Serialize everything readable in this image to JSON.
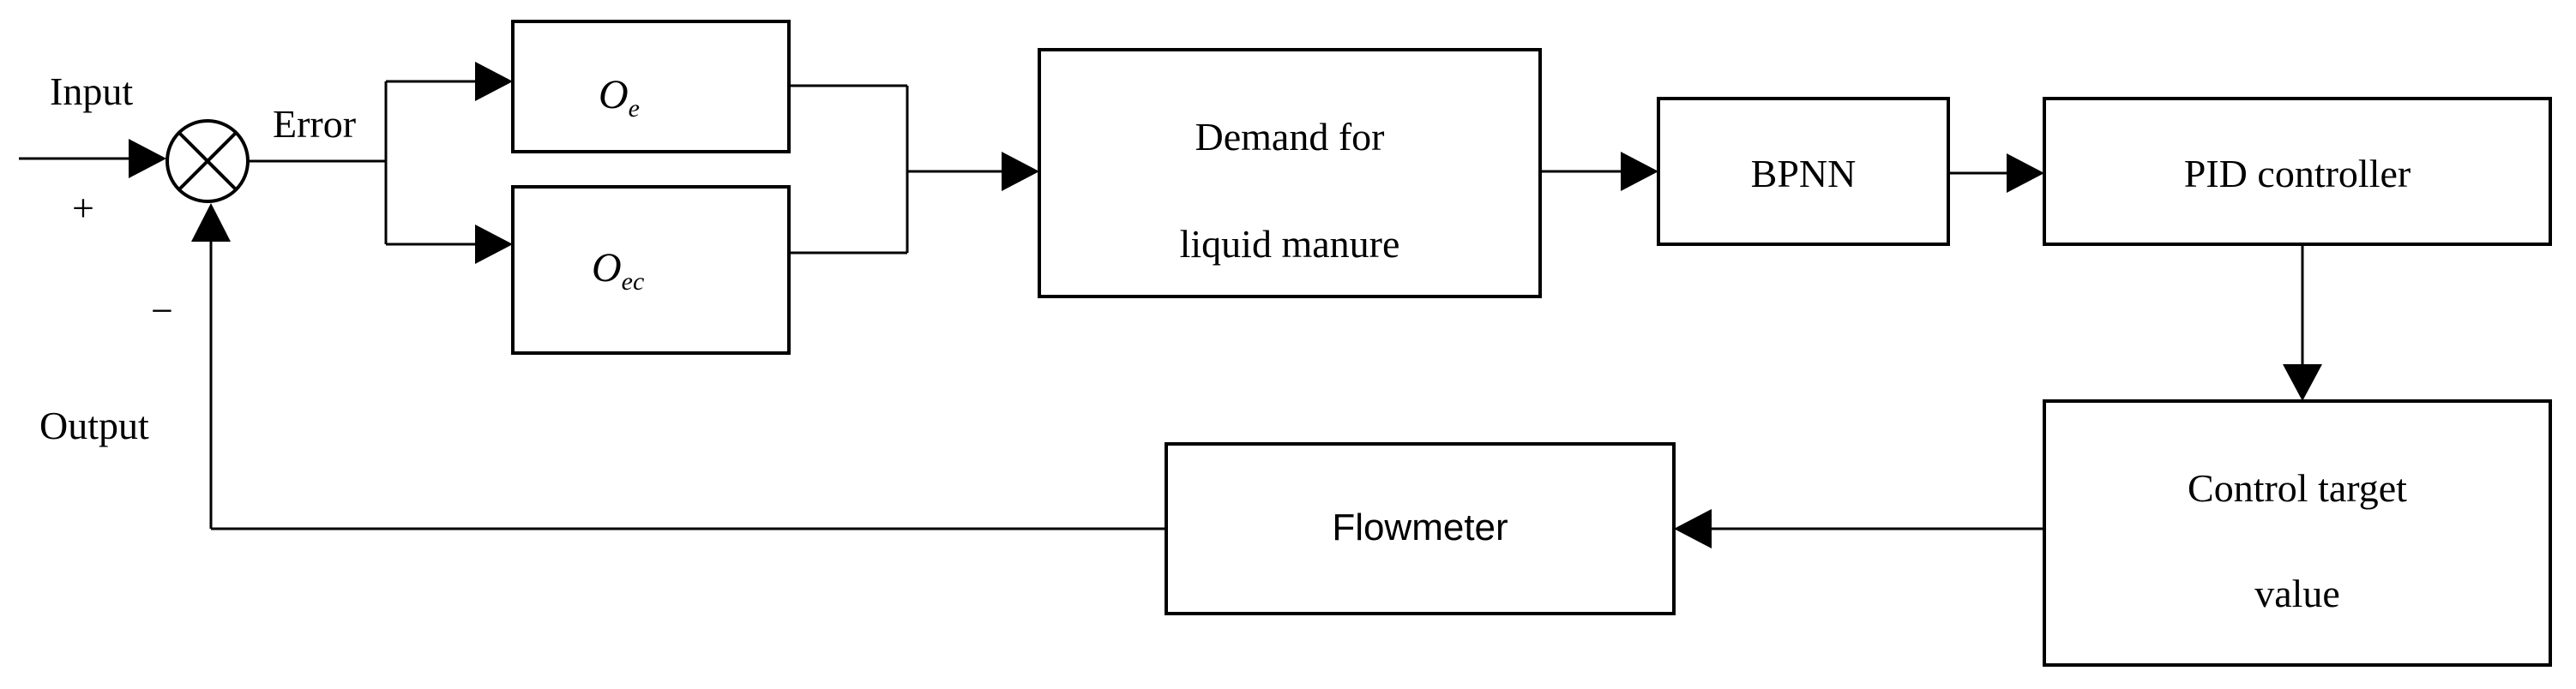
{
  "labels": {
    "input": "Input",
    "plus": "+",
    "minus": "−",
    "error": "Error",
    "output": "Output"
  },
  "blocks": {
    "oe": {
      "main": "O",
      "sub": "e"
    },
    "oec": {
      "main": "O",
      "sub": "ec"
    },
    "demand": {
      "line1": "Demand for",
      "line2": "liquid manure"
    },
    "bpnn": "BPNN",
    "pid": "PID controller",
    "control_target": {
      "line1": "Control target",
      "line2": "value"
    },
    "flowmeter": "Flowmeter"
  }
}
